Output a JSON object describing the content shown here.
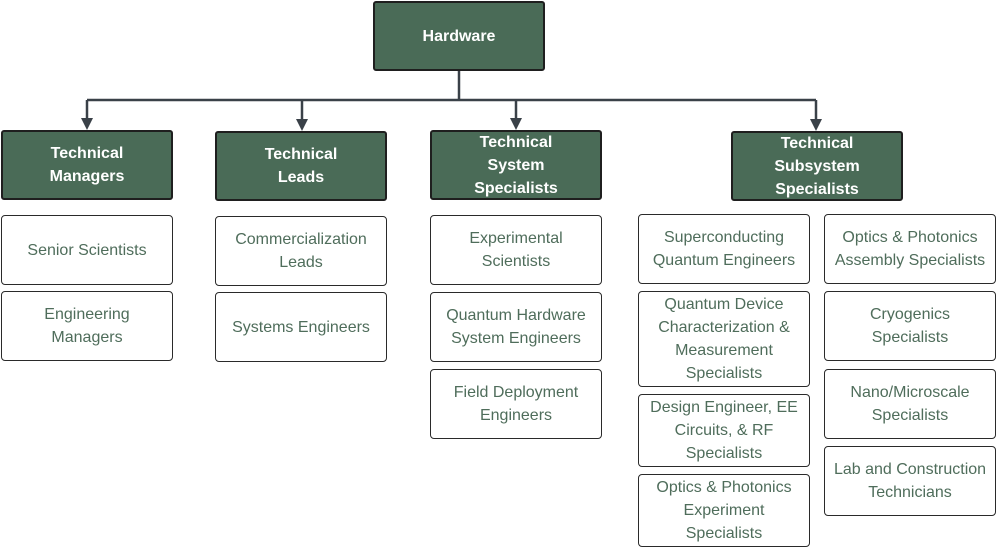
{
  "root": "Hardware",
  "branches": [
    {
      "title": "Technical\nManagers",
      "roles": [
        "Senior Scientists",
        "Engineering\nManagers"
      ]
    },
    {
      "title": "Technical\nLeads",
      "roles": [
        "Commercialization\nLeads",
        "Systems Engineers"
      ]
    },
    {
      "title": "Technical\nSystem\nSpecialists",
      "roles": [
        "Experimental\nScientists",
        "Quantum Hardware\nSystem Engineers",
        "Field Deployment\nEngineers"
      ]
    },
    {
      "title": "Technical\nSubsystem\nSpecialists",
      "roles_left": [
        "Superconducting\nQuantum Engineers",
        "Quantum Device\nCharacterization &\nMeasurement\nSpecialists",
        "Design Engineer, EE\nCircuits, & RF\nSpecialists",
        "Optics & Photonics\nExperiment\nSpecialists"
      ],
      "roles_right": [
        "Optics & Photonics\nAssembly Specialists",
        "Cryogenics\nSpecialists",
        "Nano/Microscale\nSpecialists",
        "Lab and Construction\nTechnicians"
      ]
    }
  ],
  "colors": {
    "header_fill": "#4a6b57",
    "header_text": "#ffffff",
    "item_text": "#4f6d5b",
    "border": "#2a2a2a",
    "connector": "#3a4148"
  }
}
